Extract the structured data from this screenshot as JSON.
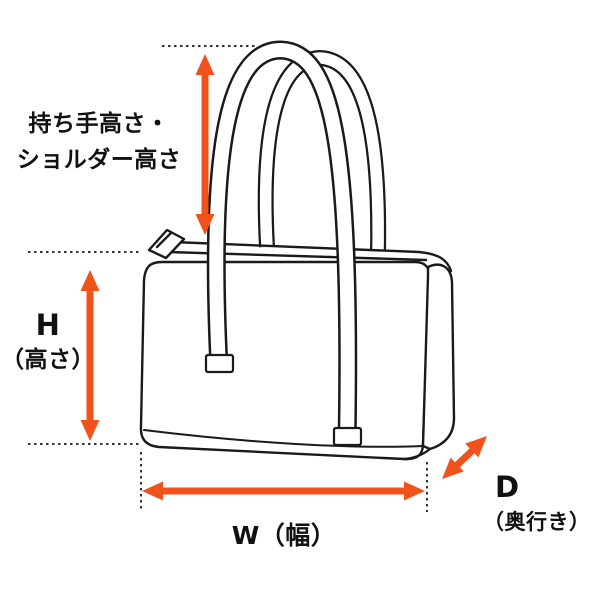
{
  "diagram": {
    "illustration": "boston-bag-line-drawing",
    "colors": {
      "arrow": "#F1511B",
      "outline": "#1a1a1a",
      "guide": "#333333"
    },
    "labels": {
      "handle_height": {
        "line1": "持ち手高さ・",
        "line2": "ショルダー高さ"
      },
      "height": {
        "line1": "H",
        "line2": "（高さ）"
      },
      "width": {
        "text": "W（幅）"
      },
      "depth": {
        "line1": "D",
        "line2": "（奥行き）"
      }
    }
  }
}
